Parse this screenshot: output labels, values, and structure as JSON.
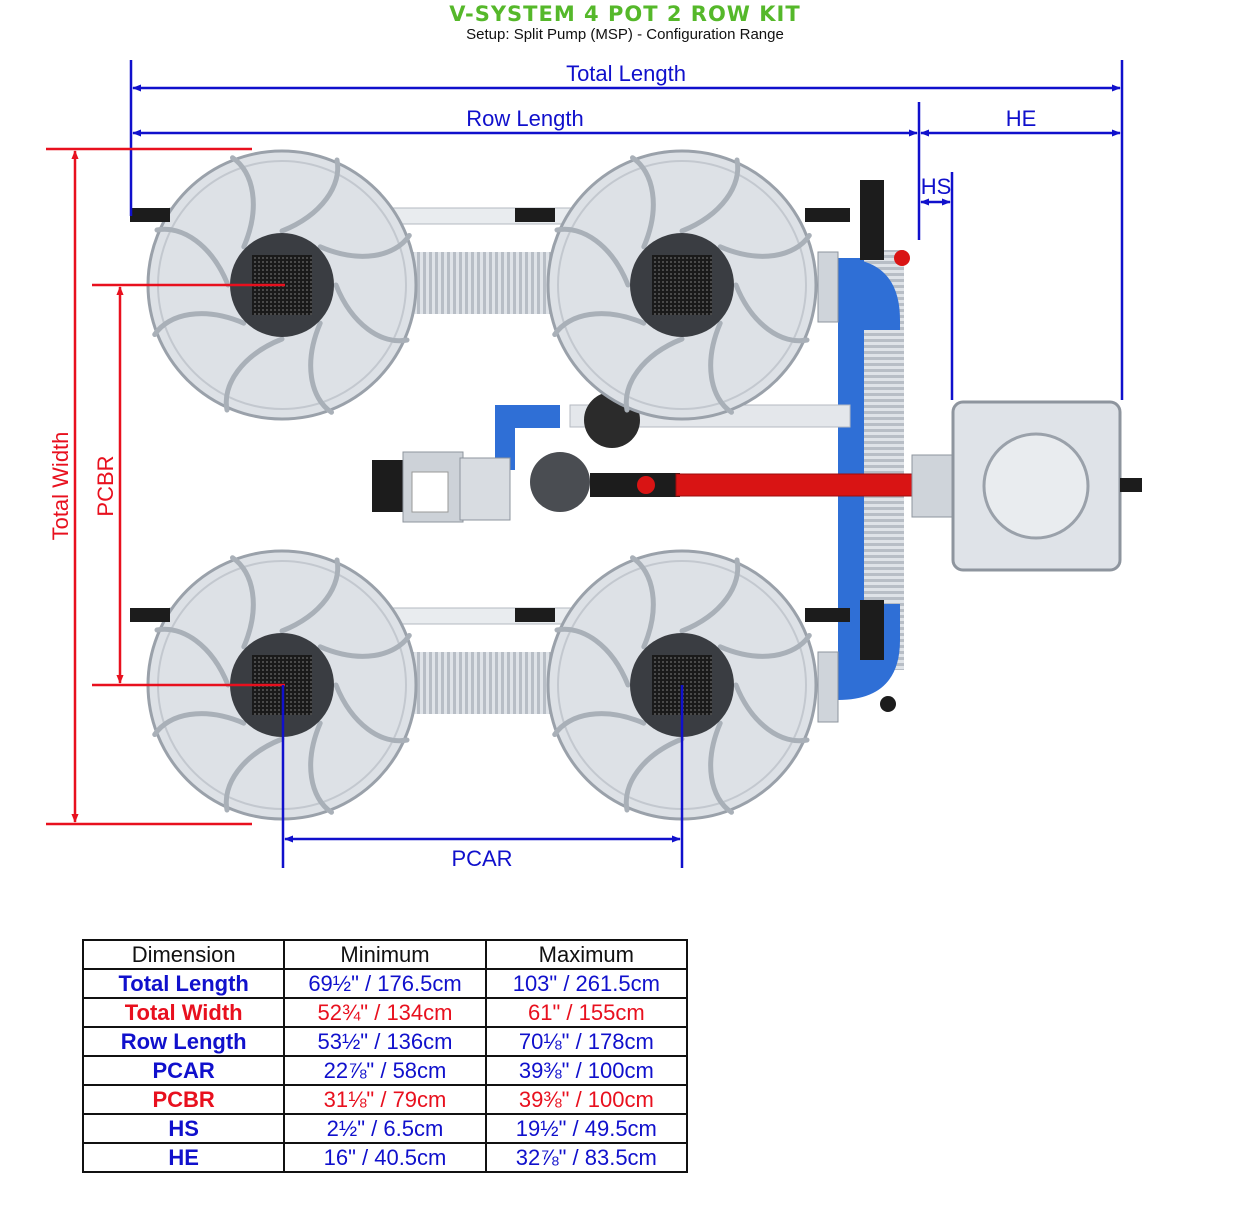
{
  "header": {
    "title": "V-SYSTEM 4 POT 2 ROW KIT",
    "subtitle": "Setup: Split Pump (MSP) - Configuration Range"
  },
  "diagram_labels": {
    "total_length": "Total Length",
    "row_length": "Row Length",
    "he": "HE",
    "hs": "HS",
    "total_width": "Total Width",
    "pcbr": "PCBR",
    "pcar": "PCAR"
  },
  "colors": {
    "title_green": "#55b82a",
    "dimension_blue": "#1010cc",
    "dimension_red": "#e8101e",
    "pot_grey": "#dde1e6",
    "pipe_blue": "#2f6fd6",
    "pipe_red": "#d91414"
  },
  "table": {
    "headers": [
      "Dimension",
      "Minimum",
      "Maximum"
    ],
    "rows": [
      {
        "name": "Total Length",
        "min": "69½\" / 176.5cm",
        "max": "103\" / 261.5cm",
        "color": "blue"
      },
      {
        "name": "Total Width",
        "min": "52¾\" / 134cm",
        "max": "61\" / 155cm",
        "color": "red"
      },
      {
        "name": "Row Length",
        "min": "53½\" / 136cm",
        "max": "70⅛\" / 178cm",
        "color": "blue"
      },
      {
        "name": "PCAR",
        "min": "22⅞\" / 58cm",
        "max": "39⅜\" / 100cm",
        "color": "blue"
      },
      {
        "name": "PCBR",
        "min": "31⅛\" / 79cm",
        "max": "39⅜\" / 100cm",
        "color": "red"
      },
      {
        "name": "HS",
        "min": "2½\" / 6.5cm",
        "max": "19½\" / 49.5cm",
        "color": "blue"
      },
      {
        "name": "HE",
        "min": "16\" / 40.5cm",
        "max": "32⅞\" / 83.5cm",
        "color": "blue"
      }
    ]
  }
}
